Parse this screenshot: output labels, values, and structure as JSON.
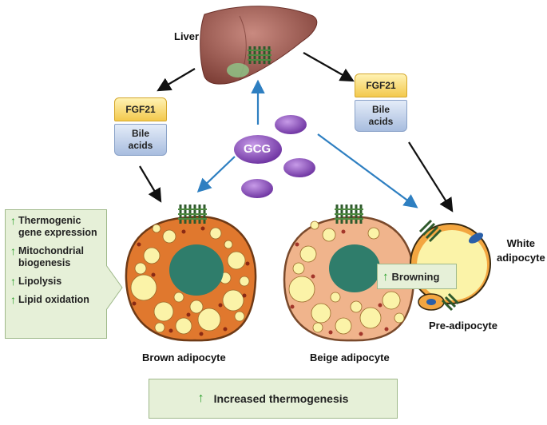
{
  "labels": {
    "liver": "Liver",
    "gcg": "GCG",
    "fgf21": "FGF21",
    "bile_line1": "Bile",
    "bile_line2": "acids",
    "white_line1": "White",
    "white_line2": "adipocyte",
    "pre_adipocyte": "Pre-adipocyte",
    "brown": "Brown adipocyte",
    "beige": "Beige adipocyte",
    "browning": "Browning",
    "increased": "Increased thermogenesis",
    "up_arrow": "↑"
  },
  "effects": [
    {
      "line1": "Thermogenic",
      "line2": "gene expression"
    },
    {
      "line1": "Mitochondrial",
      "line2": "biogenesis"
    },
    {
      "line1": "Lipolysis",
      "line2": ""
    },
    {
      "line1": "Lipid oxidation",
      "line2": ""
    }
  ],
  "colors": {
    "liver": "#9a5a4e",
    "gcg": "#7d3fb0",
    "arrow_black": "#111111",
    "arrow_blue": "#2e7fc1",
    "brown_cell": "#e0782e",
    "beige_cell": "#f0b48c",
    "nucleus": "#2f7d6b",
    "lipid": "#fbf3a8",
    "receptor": "#2f5a2c",
    "box_fill": "#e6f0d8"
  }
}
